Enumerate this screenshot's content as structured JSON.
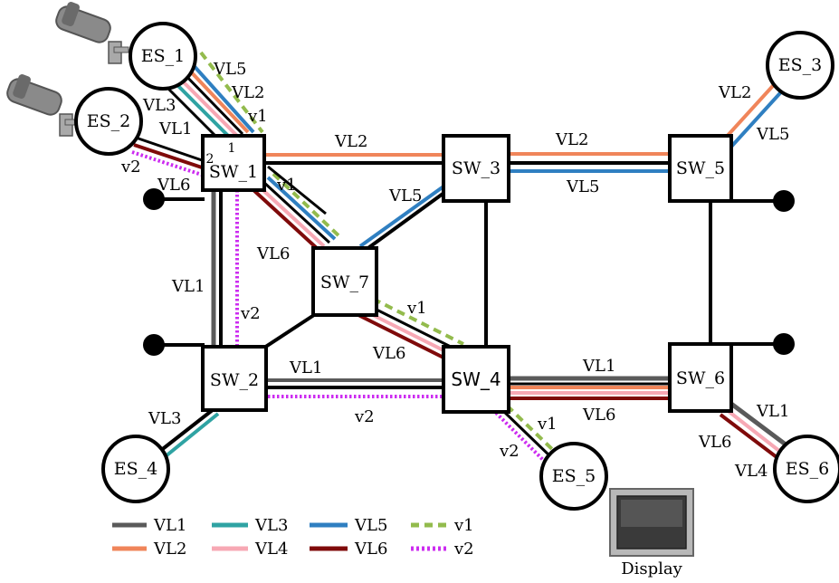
{
  "diagram": {
    "colors": {
      "VL1": "#5a5a5a",
      "VL2": "#f0855a",
      "VL3": "#2fa3a3",
      "VL4": "#f7a8b4",
      "VL5": "#2f7fc1",
      "VL6": "#7f0a0a",
      "v1": "#93bb4d",
      "v2": "#cc2cf0",
      "black": "#000000"
    },
    "end_systems": [
      "ES_1",
      "ES_2",
      "ES_3",
      "ES_4",
      "ES_5",
      "ES_6"
    ],
    "switches": [
      "SW_1",
      "SW_2",
      "SW_3",
      "SW_4",
      "SW_5",
      "SW_6",
      "SW_7"
    ],
    "port_labels": [
      "1",
      "2"
    ],
    "link_labels": {
      "es1_vl5": "VL5",
      "es1_vl2": "VL2",
      "es1_v1": "v1",
      "es1_vl3": "VL3",
      "es2_vl1": "VL1",
      "es2_v2": "v2",
      "sw1_vl6": "VL6",
      "sw1_sw3_vl2": "VL2",
      "sw1_sw7_v1": "v1",
      "sw3_sw5_vl2": "VL2",
      "sw3_sw5_vl5": "VL5",
      "es3_vl2": "VL2",
      "es3_vl5": "VL5",
      "sw7_vl5": "VL5",
      "sw7_vl6": "VL6",
      "sw1_sw2_vl1": "VL1",
      "sw1_sw2_v2": "v2",
      "sw7_sw4_v1": "v1",
      "sw7_sw4_vl6": "VL6",
      "sw2_sw4_vl1": "VL1",
      "sw2_sw4_v2": "v2",
      "sw4_sw6_vl1": "VL1",
      "sw4_sw6_vl6": "VL6",
      "es4_vl3": "VL3",
      "es5_v1": "v1",
      "es5_v2": "v2",
      "es6_vl1": "VL1",
      "es6_vl6": "VL6",
      "es6_vl4": "VL4"
    },
    "legend": [
      {
        "key": "VL1",
        "label": "VL1",
        "style": "solid"
      },
      {
        "key": "VL2",
        "label": "VL2",
        "style": "solid"
      },
      {
        "key": "VL3",
        "label": "VL3",
        "style": "solid"
      },
      {
        "key": "VL4",
        "label": "VL4",
        "style": "solid"
      },
      {
        "key": "VL5",
        "label": "VL5",
        "style": "solid"
      },
      {
        "key": "VL6",
        "label": "VL6",
        "style": "solid"
      },
      {
        "key": "v1",
        "label": "v1",
        "style": "dashed"
      },
      {
        "key": "v2",
        "label": "v2",
        "style": "dotted"
      }
    ],
    "display_label": "Display"
  }
}
